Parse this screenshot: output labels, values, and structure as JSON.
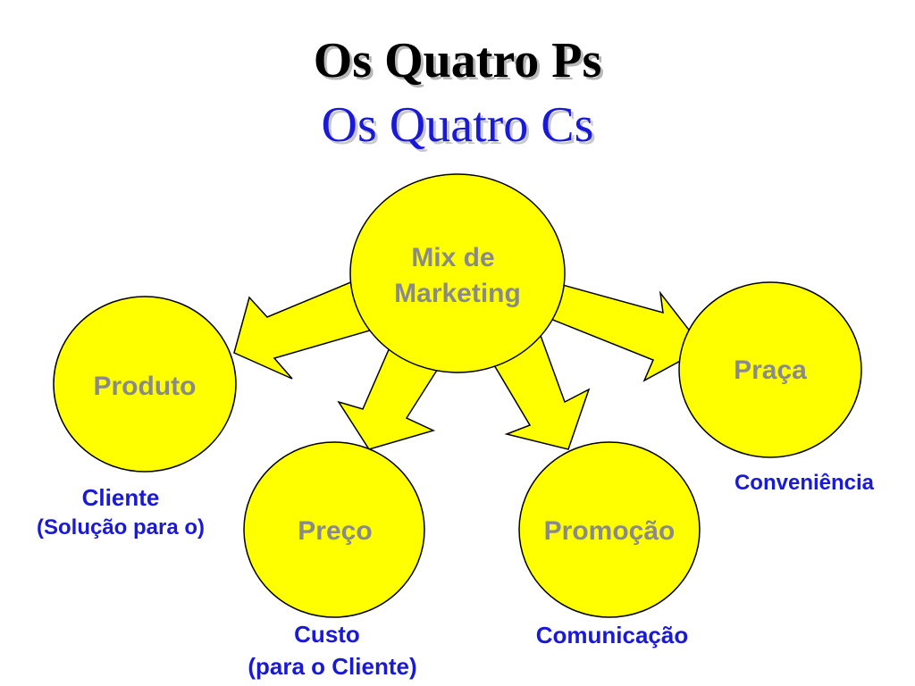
{
  "title": {
    "main": "Os Quatro Ps",
    "sub": "Os Quatro Cs"
  },
  "center": {
    "line1": "Mix de",
    "line2": "Marketing"
  },
  "nodes": {
    "produto": "Produto",
    "praca": "Praça",
    "preco": "Preço",
    "promocao": "Promoção"
  },
  "cs": {
    "cliente_line1": "Cliente",
    "cliente_line2": "(Solução para o)",
    "conveniencia": "Conveniência",
    "custo_line1": "Custo",
    "custo_line2": "(para o Cliente)",
    "comunicacao": "Comunicação"
  },
  "colors": {
    "circle_fill": "#ffff00",
    "circle_stroke": "#000000",
    "node_text": "#8a8a8a",
    "c_text": "#1a1ad6",
    "title_sub": "#1a1ad6"
  }
}
